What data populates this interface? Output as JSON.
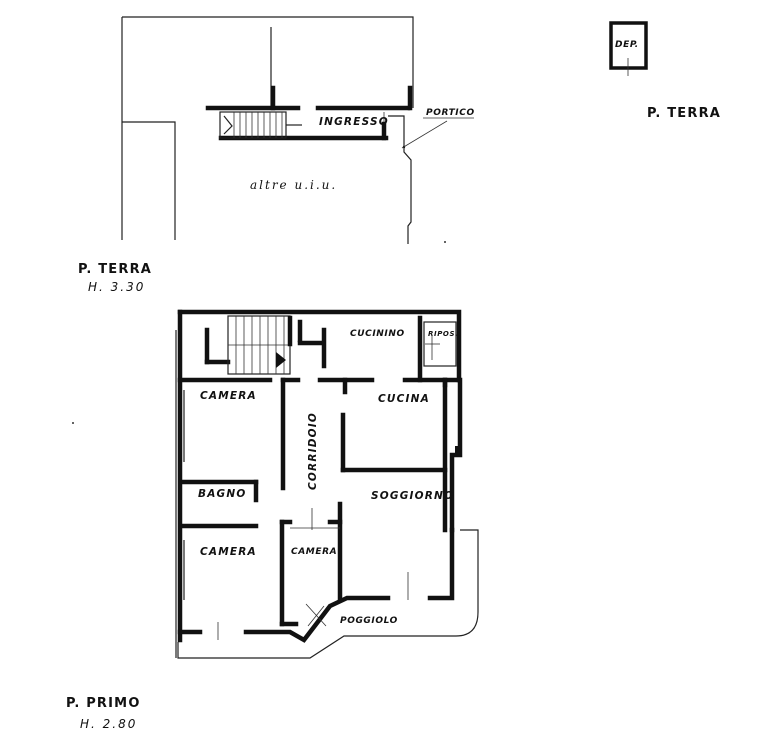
{
  "ground_detail": {
    "ingresso": "INGRESSO",
    "portico": "PORTICO",
    "altre_uiu": "altre  u.i.u."
  },
  "deposit": {
    "label": "DEP.",
    "floor_title": "P. TERRA"
  },
  "ground_floor": {
    "title": "P. TERRA",
    "height": "H. 3.30"
  },
  "first_floor": {
    "title": "P. PRIMO",
    "height": "H. 2.80",
    "rooms": {
      "cucinino": "CUCININO",
      "ripostiglio": "RIPOS.",
      "camera_1": "CAMERA",
      "cucina": "CUCINA",
      "corridoio": "CORRIDOIO",
      "bagno": "BAGNO",
      "soggiorno": "SOGGIORNO",
      "camera_2": "CAMERA",
      "camera_3": "CAMERA",
      "poggiolo": "POGGIOLO"
    }
  }
}
